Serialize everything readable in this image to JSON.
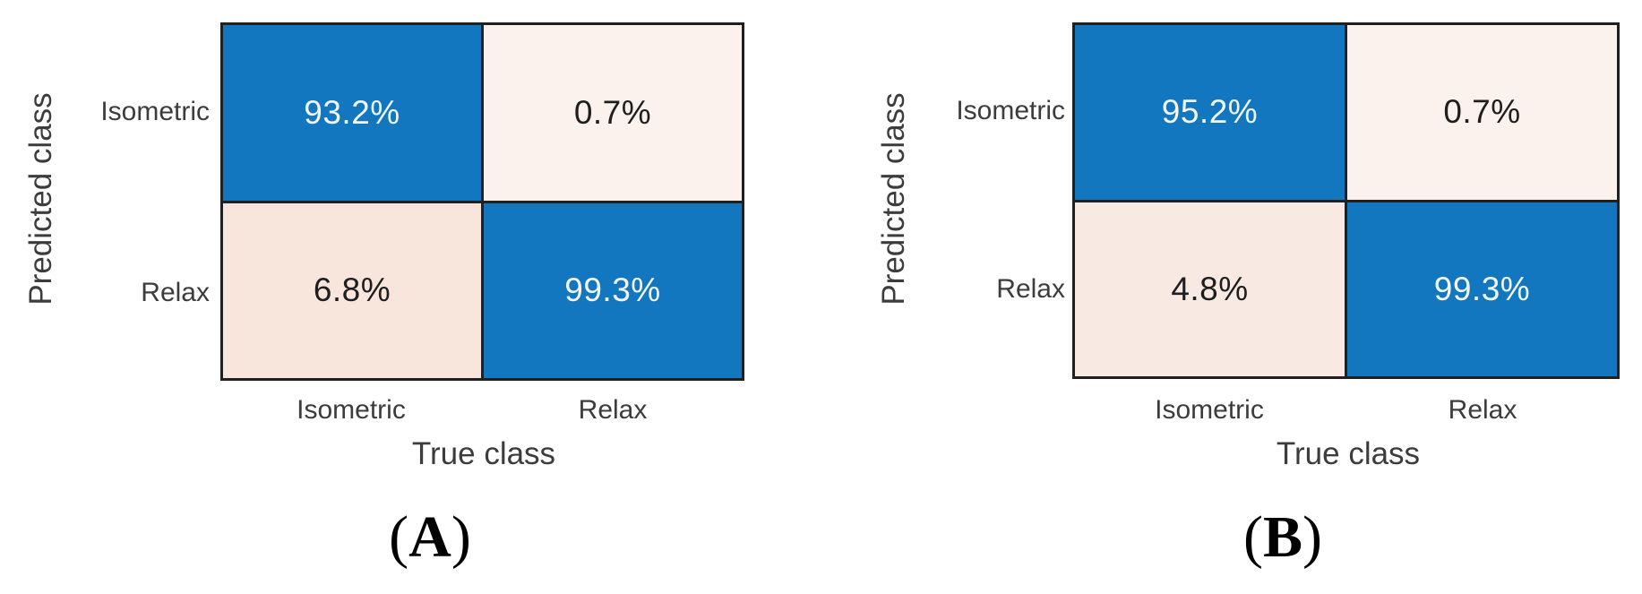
{
  "figure": {
    "background": "#ffffff",
    "border_color": "#202020",
    "label_color": "#3c3c3c",
    "caption_color": "#000000",
    "panels": [
      {
        "caption_open": "(",
        "caption_letter": "A",
        "caption_close": ")",
        "x_axis_title": "True class",
        "y_axis_title": "Predicted class",
        "col_labels": [
          "Isometric",
          "Relax"
        ],
        "row_labels": [
          "Isometric",
          "Relax"
        ],
        "cells": [
          [
            {
              "value": "93.2%",
              "bg": "#1277BE",
              "fg": "#F2F6FA"
            },
            {
              "value": "0.7%",
              "bg": "#FBF2EE",
              "fg": "#1E1E1E"
            }
          ],
          [
            {
              "value": "6.8%",
              "bg": "#F8E6DD",
              "fg": "#1E1E1E"
            },
            {
              "value": "99.3%",
              "bg": "#1277BE",
              "fg": "#F2F6FA"
            }
          ]
        ]
      },
      {
        "caption_open": "(",
        "caption_letter": "B",
        "caption_close": ")",
        "x_axis_title": "True class",
        "y_axis_title": "Predicted class",
        "col_labels": [
          "Isometric",
          "Relax"
        ],
        "row_labels": [
          "Isometric",
          "Relax"
        ],
        "cells": [
          [
            {
              "value": "95.2%",
              "bg": "#1277BE",
              "fg": "#F2F6FA"
            },
            {
              "value": "0.7%",
              "bg": "#FBF2EE",
              "fg": "#1E1E1E"
            }
          ],
          [
            {
              "value": "4.8%",
              "bg": "#F8EAE2",
              "fg": "#1E1E1E"
            },
            {
              "value": "99.3%",
              "bg": "#1277BE",
              "fg": "#F2F6FA"
            }
          ]
        ]
      }
    ]
  },
  "chart_data": [
    {
      "type": "heatmap",
      "panel": "A",
      "title": "(A)",
      "xlabel": "True class",
      "ylabel": "Predicted class",
      "x_categories": [
        "Isometric",
        "Relax"
      ],
      "y_categories": [
        "Isometric",
        "Relax"
      ],
      "values": [
        [
          93.2,
          0.7
        ],
        [
          6.8,
          99.3
        ]
      ],
      "unit": "%",
      "normalization": "column",
      "colormap": {
        "high": "#1277BE",
        "low": "#FBF2EE"
      },
      "grid": false,
      "legend": "none"
    },
    {
      "type": "heatmap",
      "panel": "B",
      "title": "(B)",
      "xlabel": "True class",
      "ylabel": "Predicted class",
      "x_categories": [
        "Isometric",
        "Relax"
      ],
      "y_categories": [
        "Isometric",
        "Relax"
      ],
      "values": [
        [
          95.2,
          0.7
        ],
        [
          4.8,
          99.3
        ]
      ],
      "unit": "%",
      "normalization": "column",
      "colormap": {
        "high": "#1277BE",
        "low": "#FBF2EE"
      },
      "grid": false,
      "legend": "none"
    }
  ]
}
